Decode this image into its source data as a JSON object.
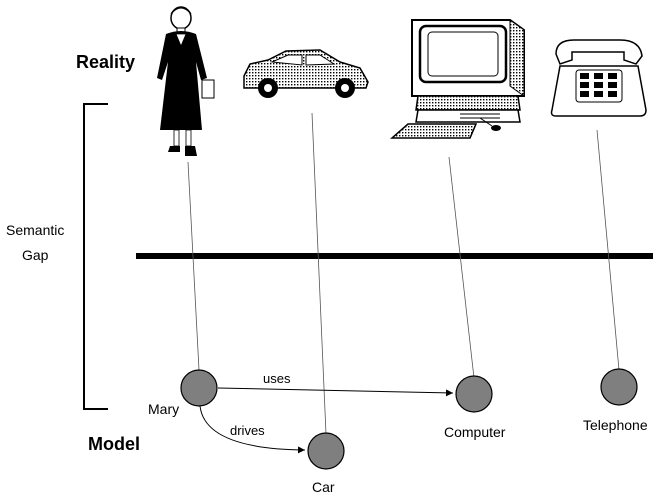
{
  "headings": {
    "reality": "Reality",
    "model": "Model"
  },
  "side_label": {
    "line1": "Semantic",
    "line2": "Gap"
  },
  "nodes": {
    "mary": "Mary",
    "car": "Car",
    "computer": "Computer",
    "telephone": "Telephone"
  },
  "edges": {
    "uses": "uses",
    "drives": "drives"
  },
  "icons": {
    "person": "person-icon",
    "car": "car-icon",
    "computer": "computer-icon",
    "telephone": "telephone-icon"
  },
  "colors": {
    "ink": "#000000",
    "node_fill": "#7f7f7f",
    "background": "#ffffff"
  }
}
